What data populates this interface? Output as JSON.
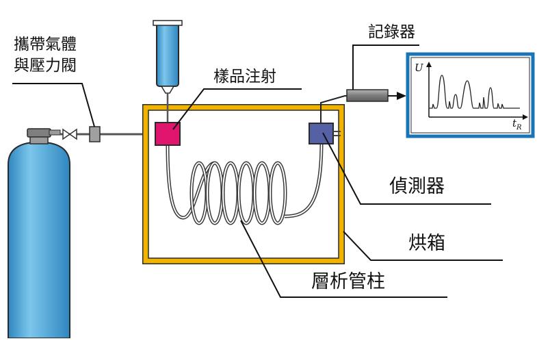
{
  "labels": {
    "carrier_gas_line1": "攜帶氣體",
    "carrier_gas_line2": "與壓力閥",
    "sample_injection": "樣品注射",
    "recorder": "記錄器",
    "detector": "偵測器",
    "oven": "烘箱",
    "column": "層析管柱"
  },
  "chart_data": {
    "type": "line",
    "xlabel": "t",
    "xlabel_sub": "R",
    "ylabel": "U"
  },
  "colors": {
    "cylinder": "#4fa9d8",
    "oven": "#f0b400",
    "injector": "#e0166e",
    "detector": "#5561a5",
    "recorder_frame": "#1a74b8",
    "recorder_body": "#8a8a8a"
  }
}
